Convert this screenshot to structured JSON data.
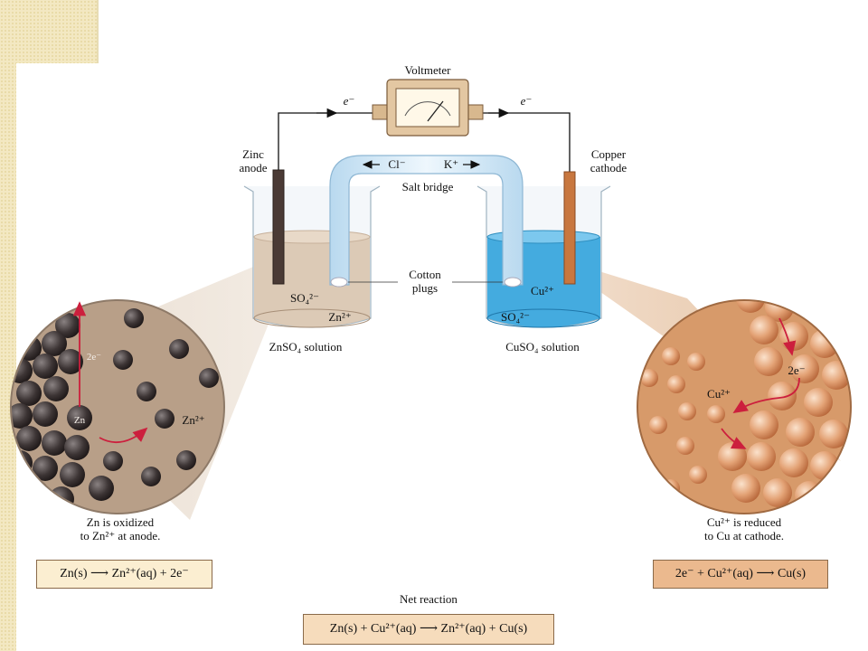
{
  "labels": {
    "voltmeter": "Voltmeter",
    "electron_left": "e⁻",
    "electron_right": "e⁻",
    "zinc_anode": [
      "Zinc",
      "anode"
    ],
    "copper_cathode": [
      "Copper",
      "cathode"
    ],
    "salt_bridge": "Salt bridge",
    "cl_ion": "Cl⁻",
    "k_ion": "K⁺",
    "cotton_plugs": [
      "Cotton",
      "plugs"
    ],
    "so4_left": "SO₄²⁻",
    "zn_ion": "Zn²⁺",
    "cu_ion": "Cu²⁺",
    "so4_right": "SO₄²⁻",
    "znso4_solution": "ZnSO₄ solution",
    "cuso4_solution": "CuSO₄ solution",
    "zoom_left_2e": "2e⁻",
    "zoom_left_zn": "Zn",
    "zoom_left_zn2": "Zn²⁺",
    "zoom_right_2e": "2e⁻",
    "zoom_right_cu2": "Cu²⁺",
    "caption_left": [
      "Zn is oxidized",
      "to Zn²⁺ at anode."
    ],
    "caption_right": [
      "Cu²⁺ is reduced",
      "to Cu at cathode."
    ],
    "net_reaction_label": "Net reaction"
  },
  "equations": {
    "left": "Zn(s) ⟶ Zn²⁺(aq) + 2e⁻",
    "right": "2e⁻ + Cu²⁺(aq) ⟶ Cu(s)",
    "net": "Zn(s) + Cu²⁺(aq) ⟶ Zn²⁺(aq) + Cu(s)"
  },
  "colors": {
    "zinc_solution": "#d9c4ae",
    "copper_solution": "#3aa6dd",
    "zinc_electrode": "#4a3a35",
    "copper_electrode": "#c8773f",
    "zoom_left_bg": "#b89f88",
    "zoom_right_bg": "#d79a6a",
    "arrow_red": "#cc1f3d"
  }
}
